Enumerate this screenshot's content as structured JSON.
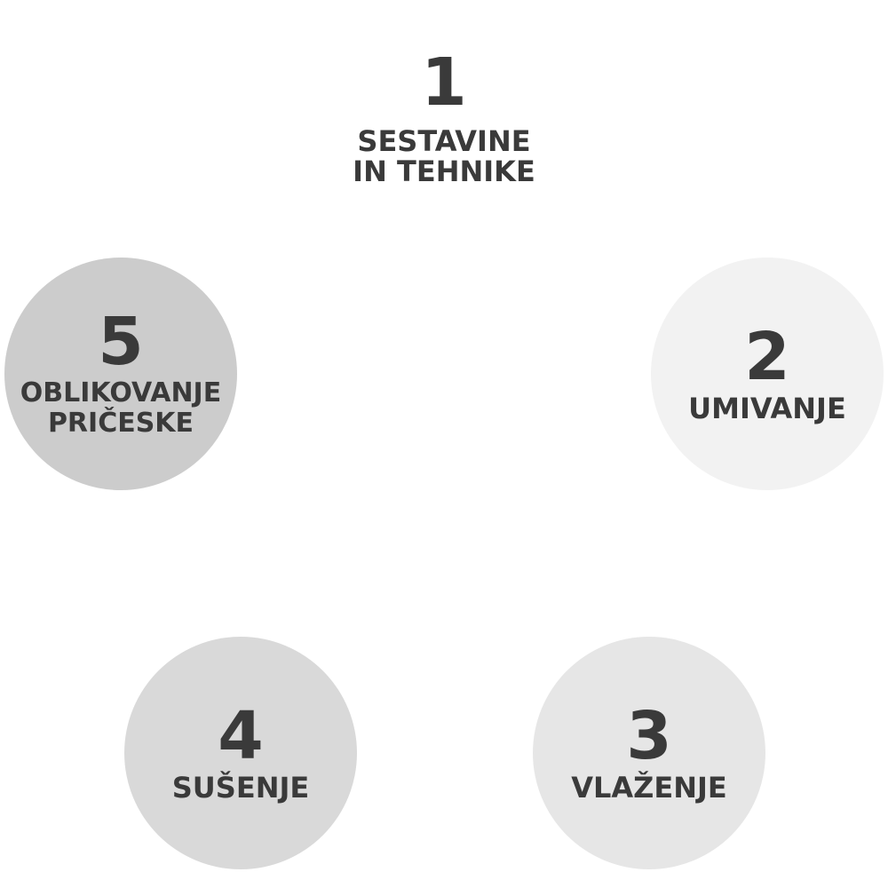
{
  "steps": [
    {
      "number": "1",
      "label": "SESTAVINE\nIN TEHNIKE",
      "color": "#ffffff"
    },
    {
      "number": "2",
      "label": "UMIVANJE",
      "color": "#f2f2f2"
    },
    {
      "number": "3",
      "label": "VLAŽENJE",
      "color": "#e6e6e6"
    },
    {
      "number": "4",
      "label": "SUŠENJE",
      "color": "#d9d9d9"
    },
    {
      "number": "5",
      "label": "OBLIKOVANJE\nPRIČESKE",
      "color": "#cccccc"
    }
  ],
  "colors": {
    "text": "#3a3a3a"
  }
}
